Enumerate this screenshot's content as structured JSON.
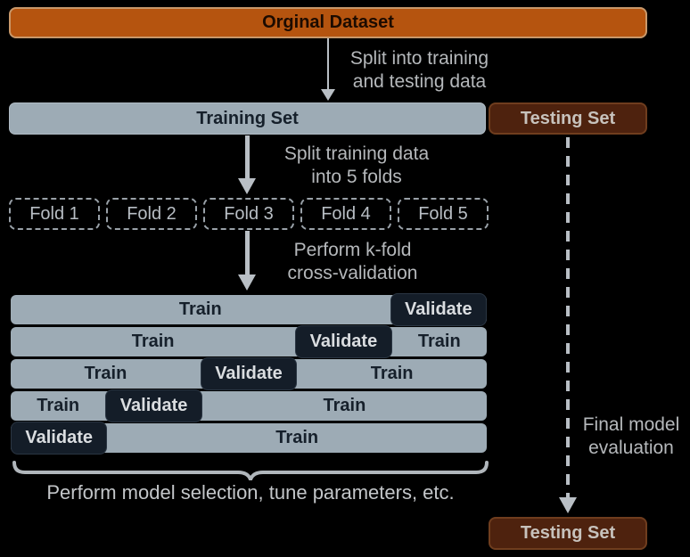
{
  "diagram": {
    "original_dataset": {
      "label": "Orginal Dataset"
    },
    "training_set": {
      "label": "Training Set"
    },
    "testing_set_top": {
      "label": "Testing Set"
    },
    "testing_set_bottom": {
      "label": "Testing Set"
    },
    "folds": [
      "Fold 1",
      "Fold 2",
      "Fold 3",
      "Fold 4",
      "Fold 5"
    ],
    "annotations": {
      "split_train_test": "Split into training\nand testing data",
      "split_folds": "Split training data\ninto 5 folds",
      "kfold": "Perform k-fold\ncross-validation",
      "model_selection": "Perform model selection, tune parameters, etc.",
      "final_evaluation": "Final model\nevaluation"
    },
    "cv_grid": {
      "train_label": "Train",
      "validate_label": "Validate",
      "rows": [
        {
          "segments": [
            {
              "kind": "train",
              "span": 4
            },
            {
              "kind": "validate",
              "span": 1
            }
          ]
        },
        {
          "segments": [
            {
              "kind": "train",
              "span": 3
            },
            {
              "kind": "validate",
              "span": 1
            },
            {
              "kind": "train",
              "span": 1
            }
          ]
        },
        {
          "segments": [
            {
              "kind": "train",
              "span": 2
            },
            {
              "kind": "validate",
              "span": 1
            },
            {
              "kind": "train",
              "span": 2
            }
          ]
        },
        {
          "segments": [
            {
              "kind": "train",
              "span": 1
            },
            {
              "kind": "validate",
              "span": 1
            },
            {
              "kind": "train",
              "span": 3
            }
          ]
        },
        {
          "segments": [
            {
              "kind": "validate",
              "span": 1
            },
            {
              "kind": "train",
              "span": 4
            }
          ]
        }
      ]
    },
    "colors": {
      "background": "#000000",
      "dataset_orange": "#b5540f",
      "set_gray": "#9dabb5",
      "testing_brown": "#4e220e",
      "validate_dark": "#141d28",
      "annotation_gray": "#b5b8bb",
      "arrow_gray": "#b9bfc5"
    }
  }
}
